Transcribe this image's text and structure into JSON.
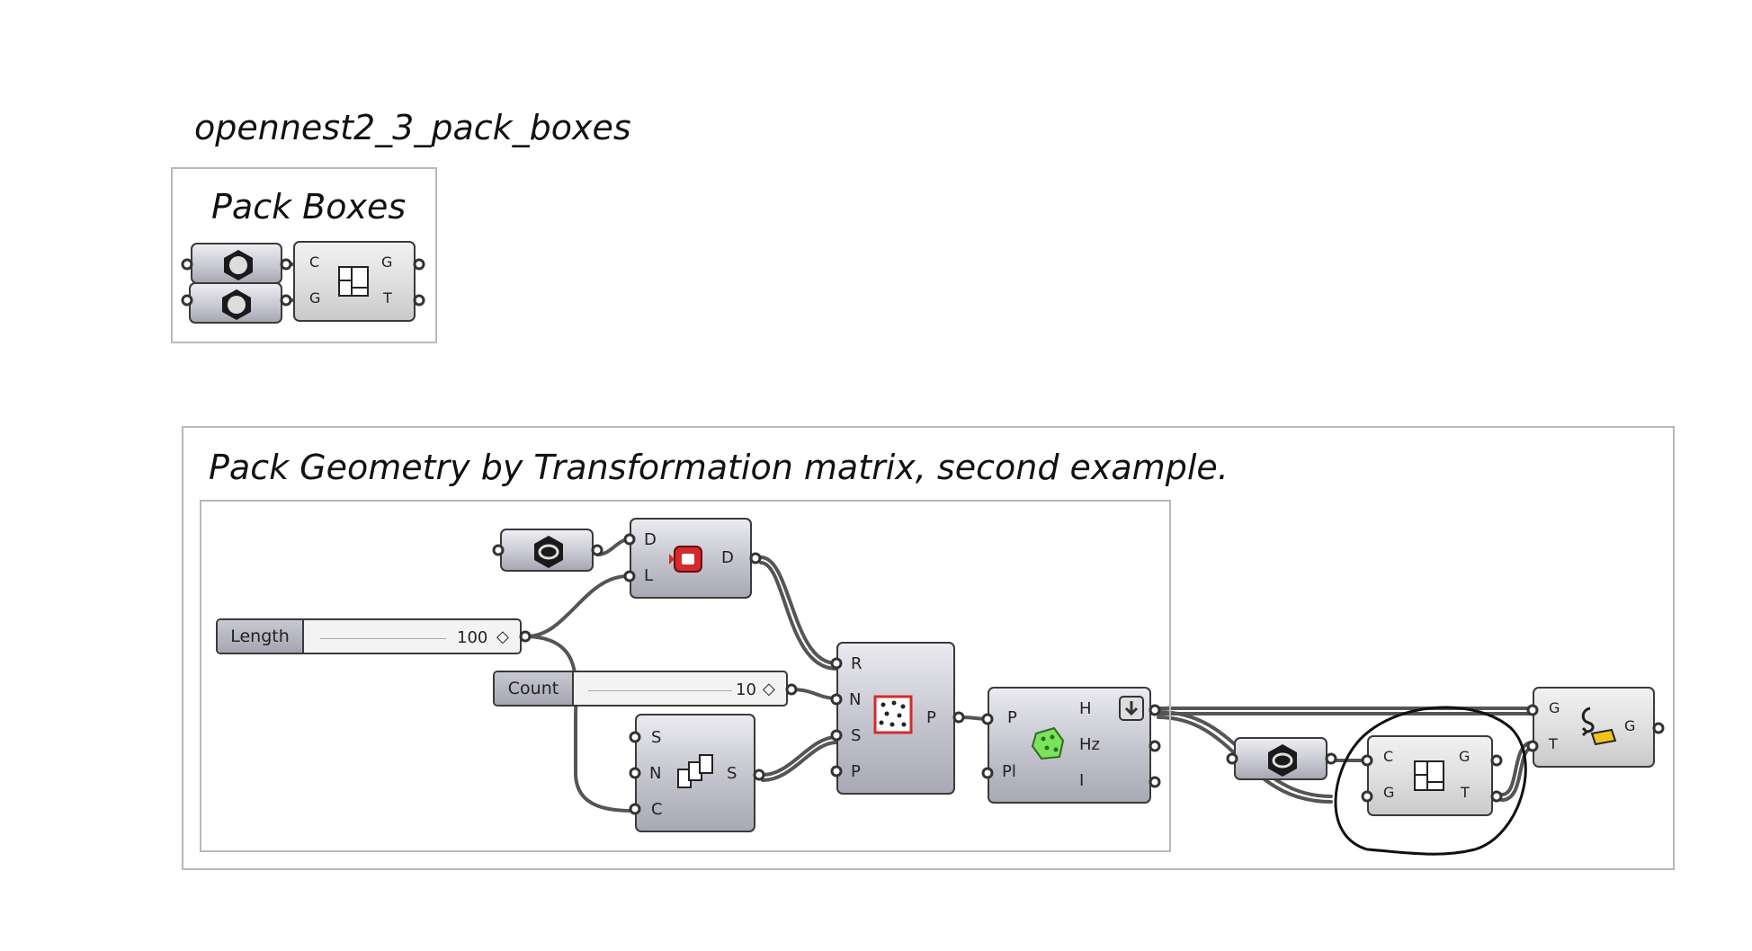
{
  "doc_title": "opennest2_3_pack_boxes",
  "group_small": {
    "title": "Pack Boxes",
    "pack": {
      "in_c": "C",
      "in_g": "G",
      "out_g": "G",
      "out_t": "T"
    }
  },
  "group_large": {
    "title": "Pack Geometry by Transformation matrix, second example.",
    "divide": {
      "in_d": "D",
      "in_l": "L",
      "out_d": "D"
    },
    "length_slider": {
      "label": "Length",
      "value": "100"
    },
    "count_slider": {
      "label": "Count",
      "value": "10"
    },
    "series": {
      "in_s": "S",
      "in_n": "N",
      "in_c": "C",
      "out_s": "S"
    },
    "populate": {
      "in_r": "R",
      "in_n": "N",
      "in_s": "S",
      "in_p": "P",
      "out_p": "P"
    },
    "voronoi": {
      "in_p": "P",
      "in_pl": "Pl",
      "out_h": "H",
      "out_hz": "Hz",
      "out_i": "I"
    },
    "pack": {
      "in_c": "C",
      "in_g": "G",
      "out_g": "G",
      "out_t": "T"
    },
    "transform": {
      "in_g": "G",
      "in_t": "T",
      "out_g": "G"
    }
  },
  "colors": {
    "wire": "#555555",
    "accent_red": "#d42a2a",
    "accent_green": "#7be35a",
    "accent_yellow": "#f3c21b"
  }
}
